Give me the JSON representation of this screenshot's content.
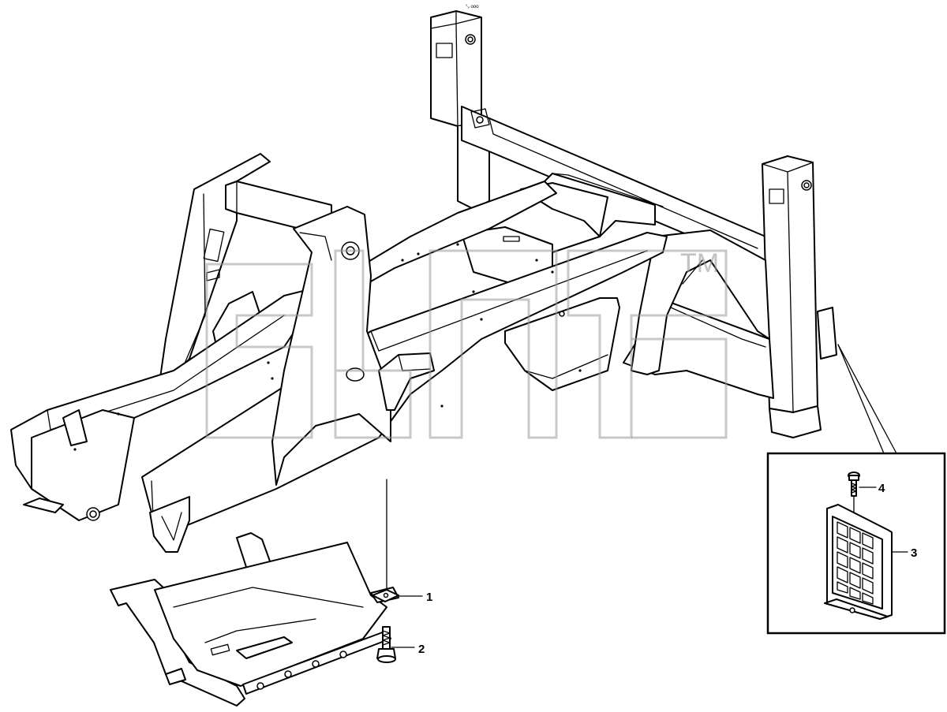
{
  "diagram": {
    "corner_mark": "°₉ ooo",
    "watermark_tm": "TM",
    "callouts": [
      {
        "id": "callout-1",
        "label": "1"
      },
      {
        "id": "callout-2",
        "label": "2"
      },
      {
        "id": "callout-3",
        "label": "3"
      },
      {
        "id": "callout-4",
        "label": "4"
      }
    ],
    "colors": {
      "line": "#000000",
      "background": "#ffffff",
      "watermark": "#9a9a9a"
    }
  }
}
